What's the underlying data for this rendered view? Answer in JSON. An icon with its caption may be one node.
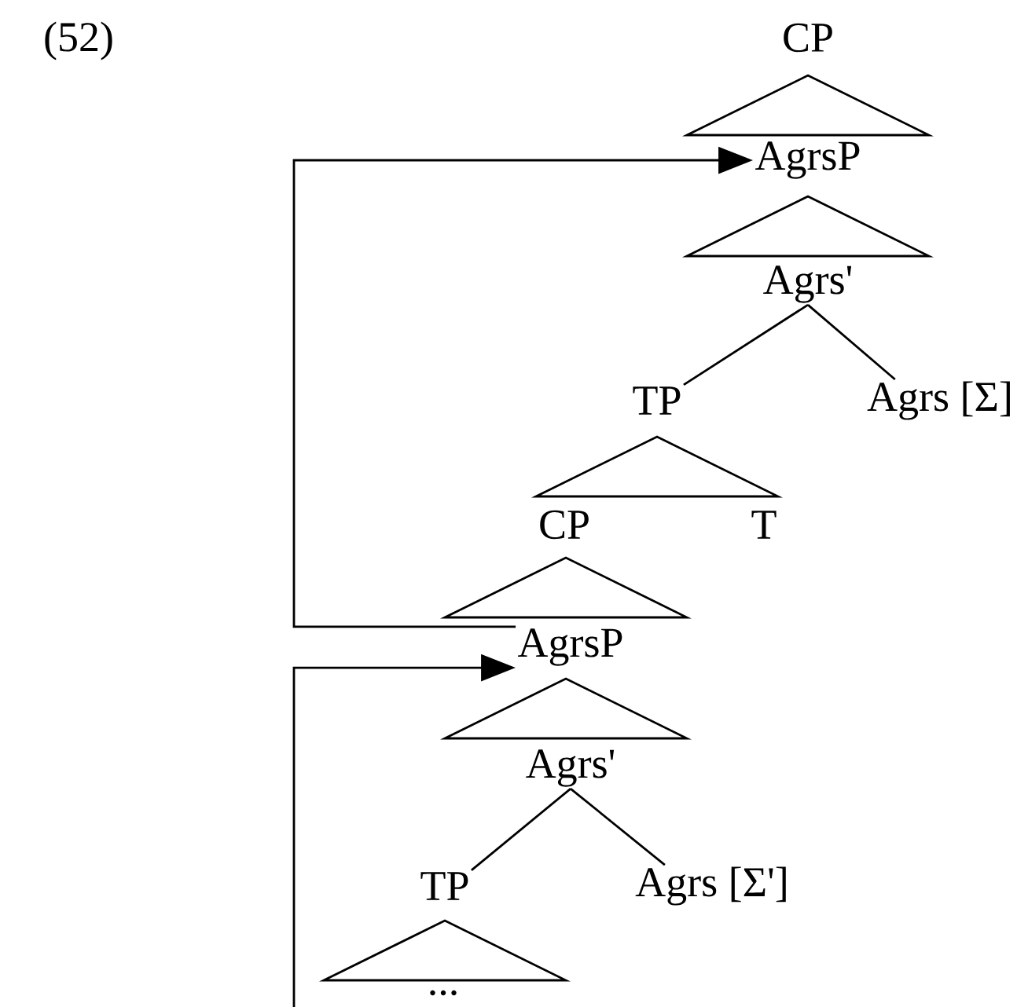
{
  "diagram": {
    "nodes": [
      {
        "text": [
          "CP"
        ]
      },
      {
        "text": [
          "AgrsP"
        ]
      },
      {
        "text": [
          "Agrs'"
        ]
      },
      {
        "text": [
          "TP"
        ]
      },
      {
        "text": [
          "Agrs [Σ]"
        ]
      },
      {
        "text": [
          "CP"
        ]
      },
      {
        "text": [
          "T"
        ]
      },
      {
        "text": [
          "AgrsP"
        ]
      },
      {
        "text": [
          "Agrs'"
        ]
      },
      {
        "text": [
          "TP"
        ]
      },
      {
        "text": [
          "Agrs [Σ']"
        ]
      },
      {
        "text": [
          "..."
        ]
      }
    ],
    "edges": [
      {
        "from": 2,
        "to": 3,
        "arrow": "none"
      },
      {
        "from": 2,
        "to": 4,
        "arrow": "none"
      },
      {
        "from": 8,
        "to": 9,
        "arrow": "none"
      },
      {
        "from": 8,
        "to": 10,
        "arrow": "none"
      },
      {
        "from": 7,
        "to": 1,
        "arrow": "to"
      },
      {
        "from": null,
        "to": 7,
        "arrow": "to"
      }
    ],
    "labels": [
      "(52)"
    ]
  }
}
